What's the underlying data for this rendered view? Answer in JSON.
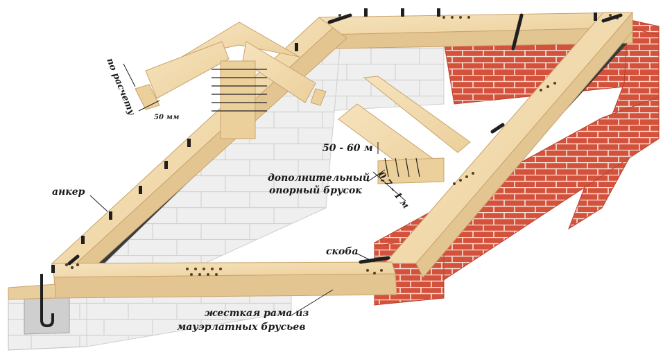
{
  "labels": {
    "anchor": "анкер",
    "staple": "скоба",
    "frame_line1": "жесткая рама из",
    "frame_line2": "мауэрлатных брусьев",
    "support_line1": "дополнительный",
    "support_line2": "опорный брусок",
    "height_dim": "50 - 60 м",
    "spacing_dim": "0,7 - 1 м",
    "by_calc": "по расчету",
    "gap_dim": "50 мм"
  },
  "colors": {
    "wood": "#f3dcae",
    "wood_dark": "#e3c592",
    "wood_edge": "#c9a36b",
    "brick": "#d4523c",
    "brick_mortar": "#f4e2d8",
    "block": "#eeeeee",
    "block_line": "#cfcfcf",
    "metal": "#1f1f1f",
    "waterproof": "#3a3a3a"
  },
  "icons": [
    "anchor-bolt-icon",
    "staple-icon"
  ]
}
